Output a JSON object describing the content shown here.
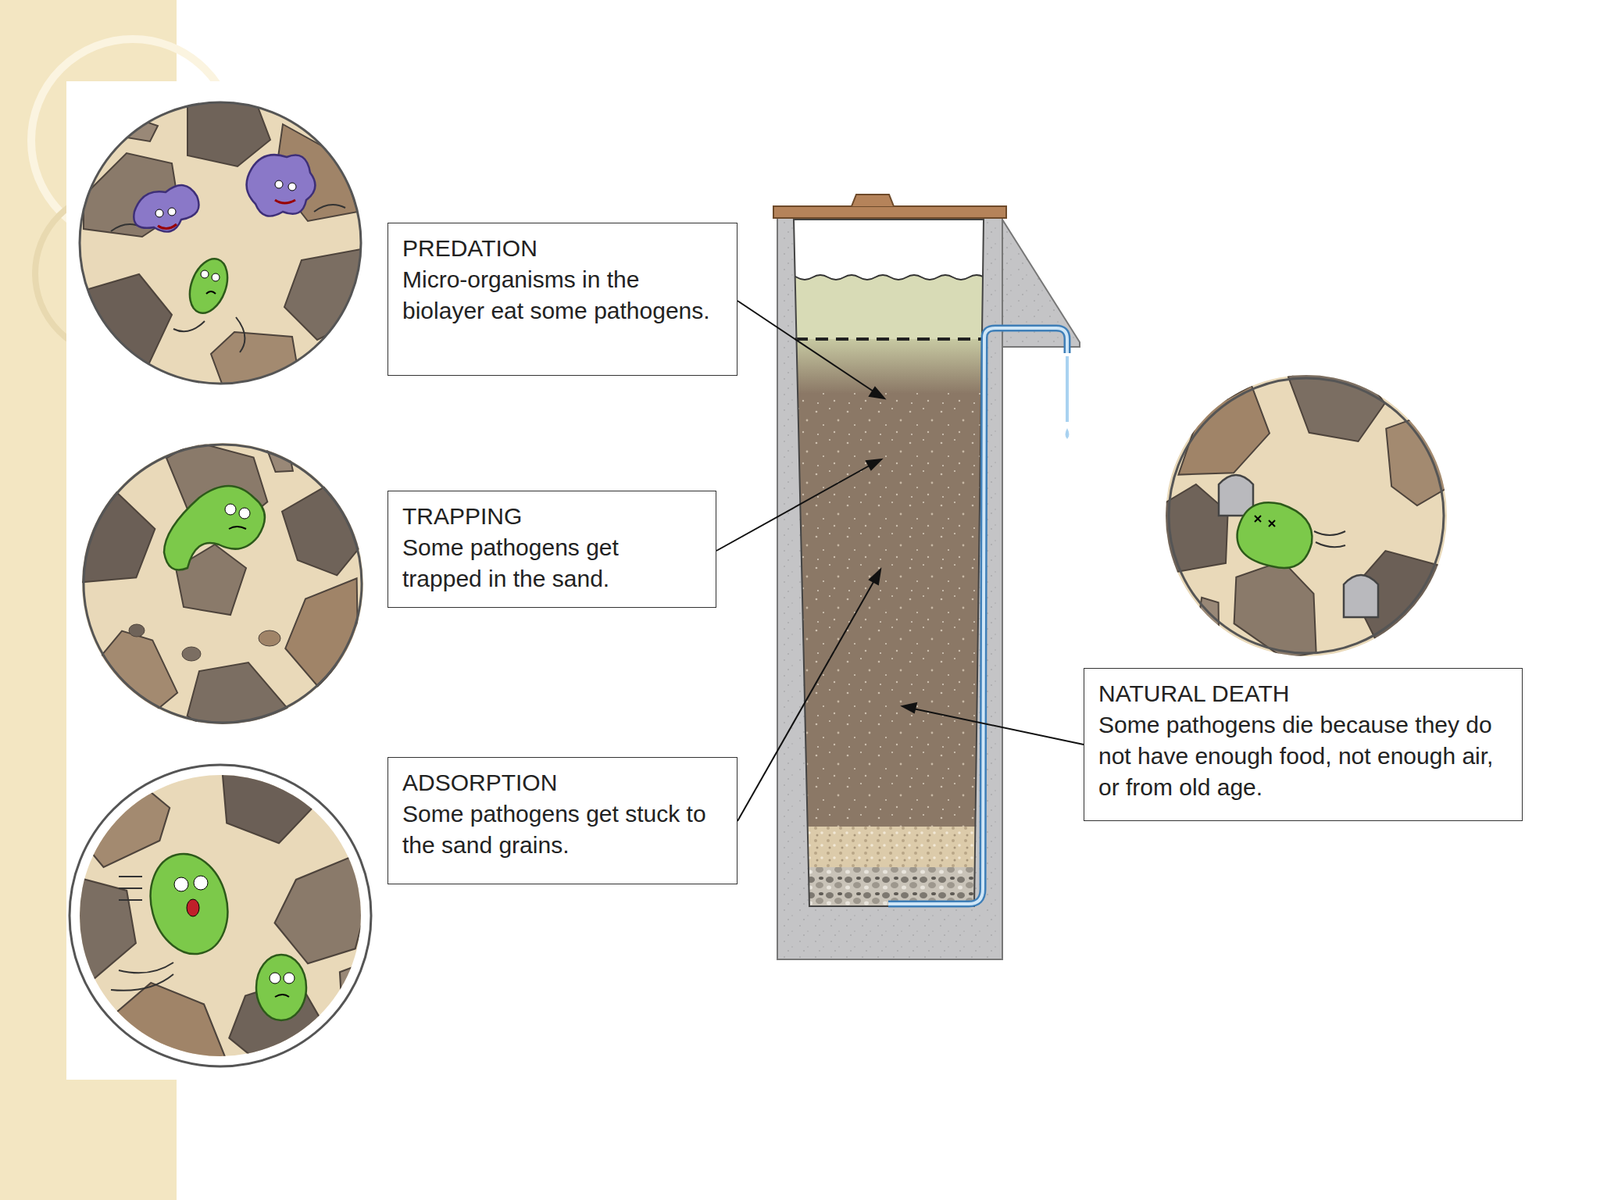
{
  "diagram": {
    "nodes": [
      {
        "text": [
          "PREDATION",
          "Micro-organisms in the biolayer eat some pathogens."
        ]
      },
      {
        "text": [
          "TRAPPING",
          "Some pathogens get trapped in the sand."
        ]
      },
      {
        "text": [
          "ADSORPTION",
          "Some pathogens get stuck to the sand grains."
        ]
      },
      {
        "text": [
          "NATURAL DEATH",
          "Some pathogens die because they do not have enough food, not enough air, or from old age."
        ]
      }
    ]
  }
}
